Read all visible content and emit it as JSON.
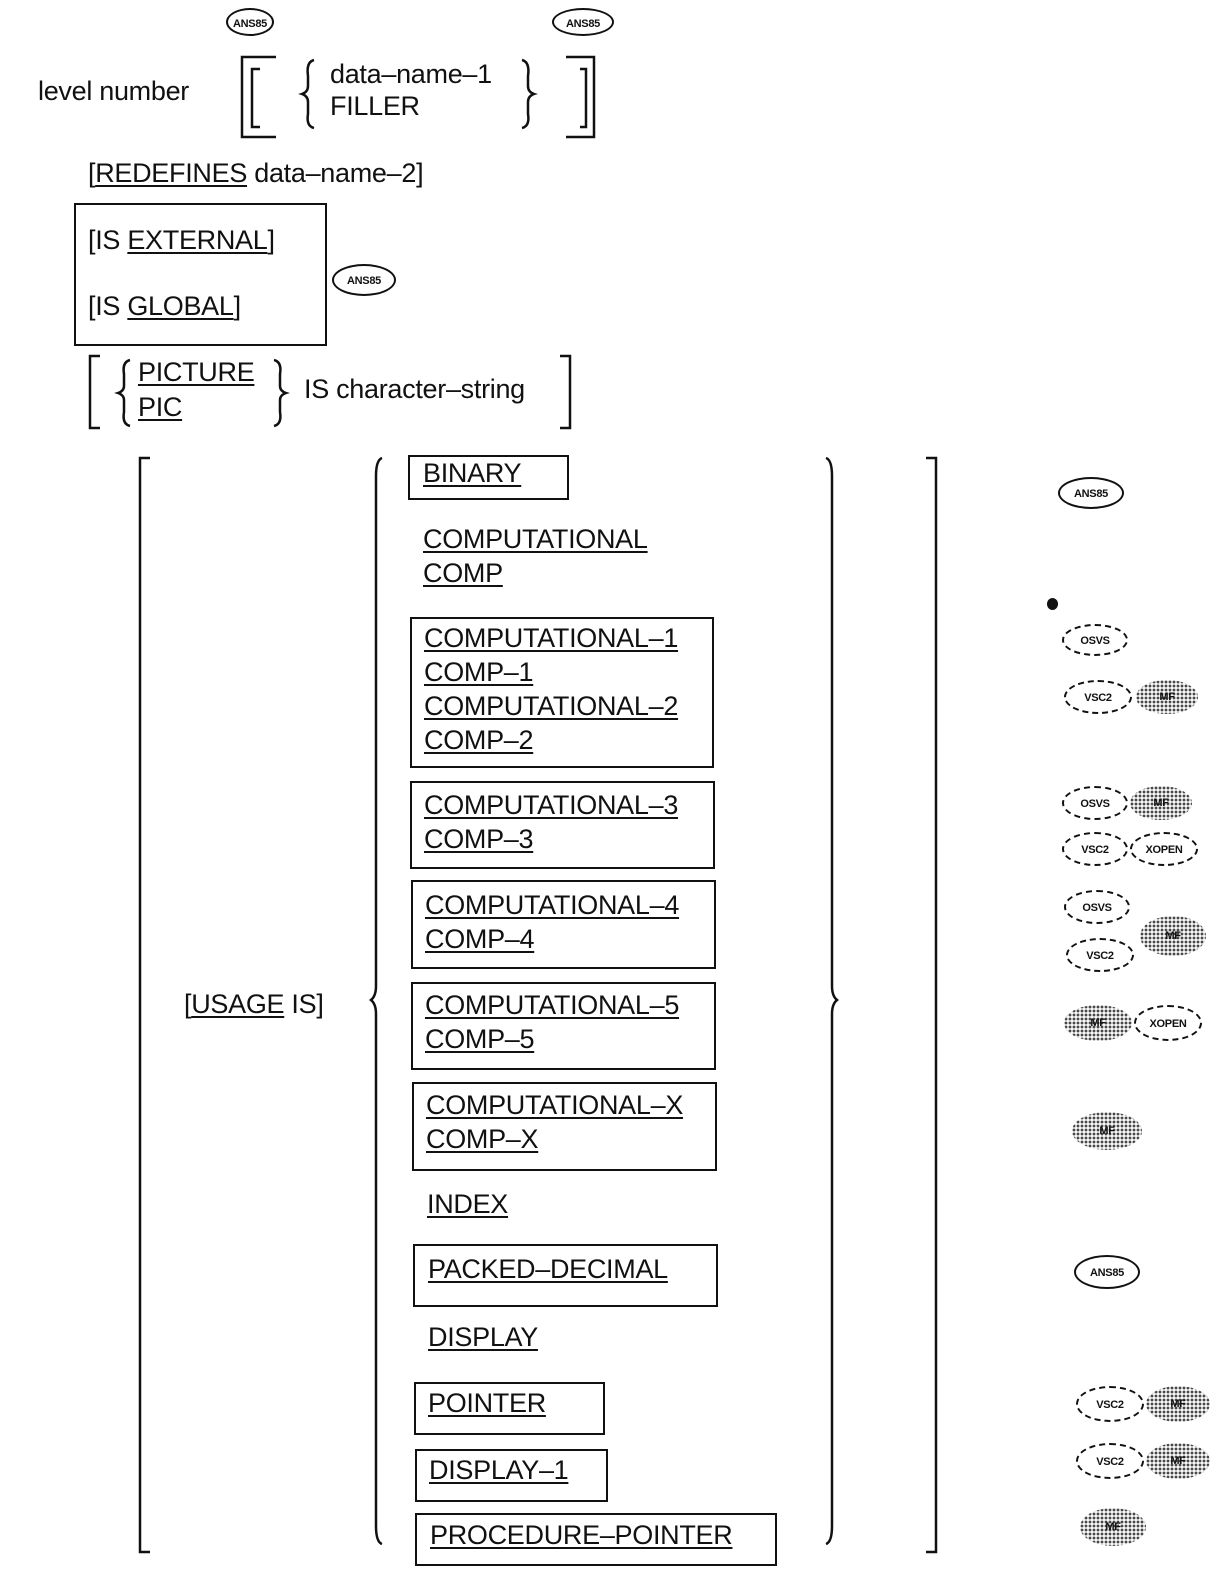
{
  "header": {
    "level_number": "level number",
    "data_name_1": "data–name–1",
    "filler": "FILLER",
    "ans85_a": "ANS85",
    "ans85_b": "ANS85"
  },
  "redefines": {
    "open": "[",
    "keyword": "REDEFINES",
    "rest": " data–name–2]"
  },
  "scope": {
    "external_prefix": "[IS ",
    "external_kw": "EXTERNAL",
    "external_suffix": "]",
    "global_prefix": "[IS ",
    "global_kw": "GLOBAL",
    "global_suffix": "]",
    "badge": "ANS85"
  },
  "picture": {
    "picture_kw": "PICTURE",
    "pic_kw": "PIC",
    "rest": "IS character–string"
  },
  "usage": {
    "open": "[",
    "keyword": "USAGE",
    "rest": " IS]",
    "options": {
      "binary": "BINARY",
      "computational": "COMPUTATIONAL",
      "comp": "COMP",
      "computational_1": "COMPUTATIONAL–1",
      "comp_1": "COMP–1",
      "computational_2": "COMPUTATIONAL–2",
      "comp_2": "COMP–2",
      "computational_3": "COMPUTATIONAL–3",
      "comp_3": "COMP–3",
      "computational_4": "COMPUTATIONAL–4",
      "comp_4": "COMP–4",
      "computational_5": "COMPUTATIONAL–5",
      "comp_5": "COMP–5",
      "computational_x": "COMPUTATIONAL–X",
      "comp_x": "COMP–X",
      "index": "INDEX",
      "packed_decimal": "PACKED–DECIMAL",
      "display": "DISPLAY",
      "pointer": "POINTER",
      "display_1": "DISPLAY–1",
      "procedure_pointer": "PROCEDURE–POINTER"
    }
  },
  "badges": {
    "binary": [
      "ANS85"
    ],
    "comp12": [
      "OSVS",
      "VSC2",
      "MF"
    ],
    "comp3": [
      "OSVS",
      "MF",
      "VSC2",
      "XOPEN"
    ],
    "comp4": [
      "OSVS",
      "VSC2",
      "MF"
    ],
    "comp5": [
      "MF",
      "XOPEN"
    ],
    "compx": [
      "MF"
    ],
    "packed": [
      "ANS85"
    ],
    "pointer": [
      "VSC2",
      "MF"
    ],
    "display1": [
      "VSC2",
      "MF"
    ],
    "procptr": [
      "MF"
    ]
  }
}
